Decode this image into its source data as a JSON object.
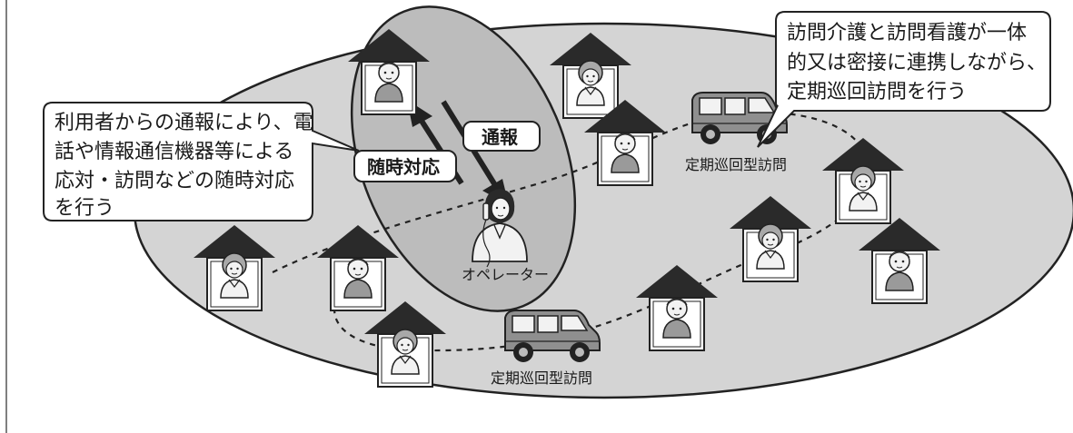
{
  "callouts": {
    "left": [
      "利用者からの通報により、電",
      "話や情報通信機器等による",
      "応対・訪問などの随時対応",
      "を行う"
    ],
    "right": [
      "訪問介護と訪問看護が一体",
      "的又は密接に連携しながら、",
      "定期巡回訪問を行う"
    ]
  },
  "labels": {
    "tsuho": "通報",
    "zuiji": "随時対応",
    "operator": "オペレーター",
    "van_top": "定期巡回型訪問",
    "van_bottom": "定期巡回型訪問"
  },
  "colors": {
    "region_fill": "#d4d4d4",
    "operator_zone_fill": "#bcbcbc",
    "outline": "#222222",
    "roof": "#2a2a2a"
  }
}
